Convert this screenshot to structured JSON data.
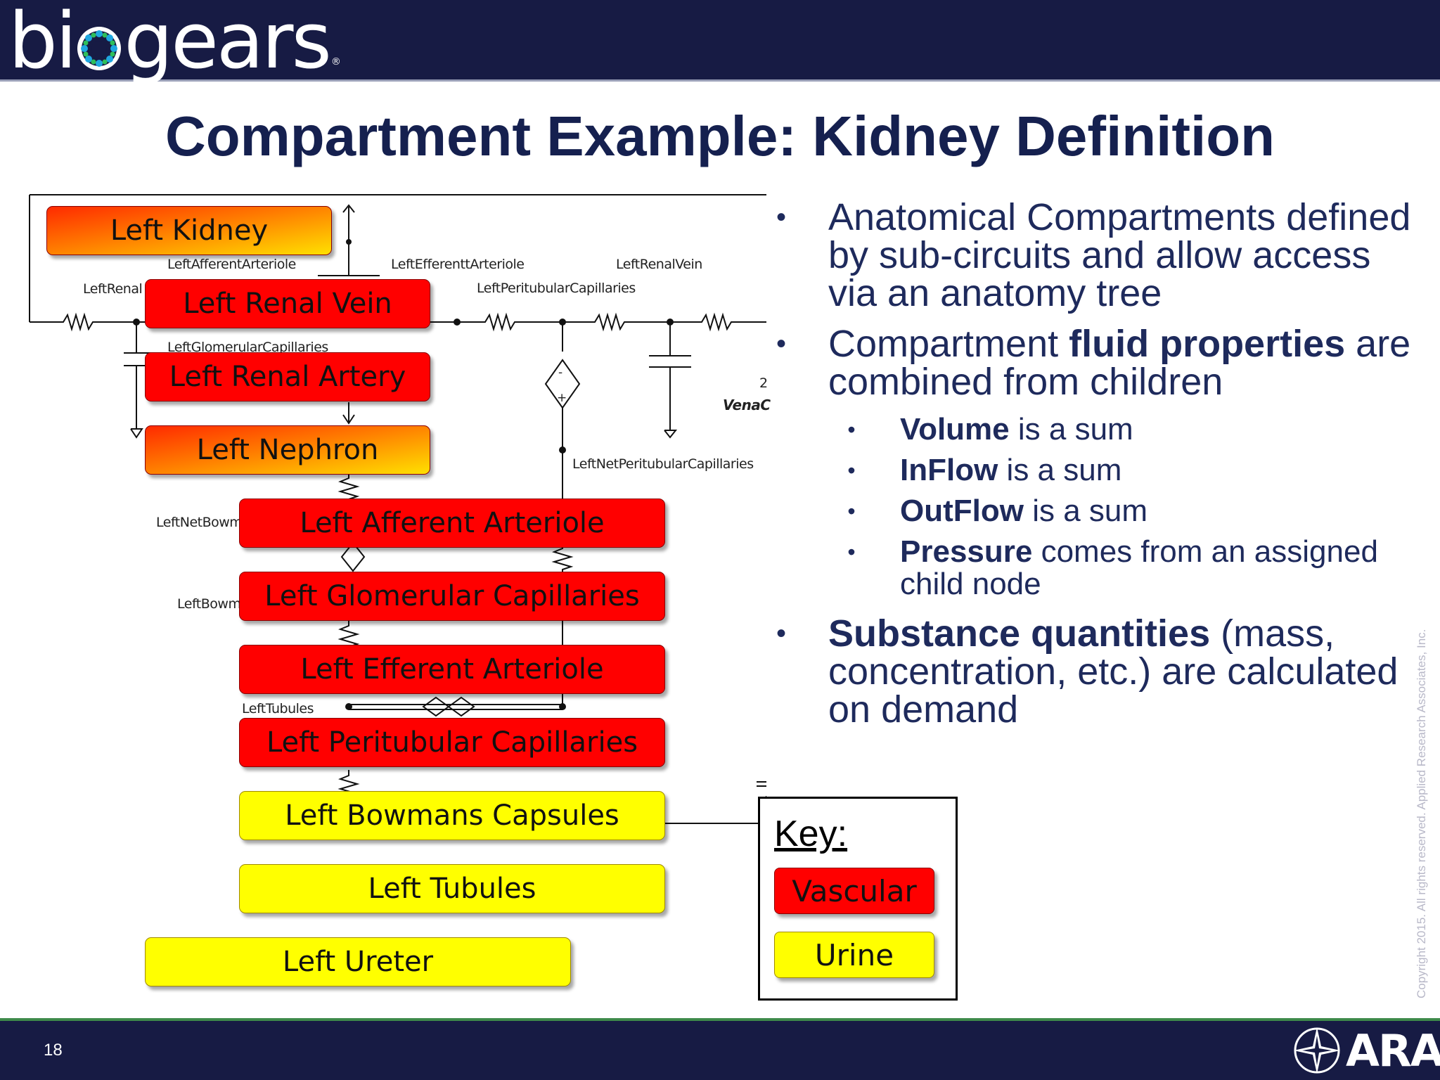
{
  "header": {
    "logo_left": "bi",
    "logo_right": "gears",
    "logo_reg": "®"
  },
  "title": "Compartment Example: Kidney Definition",
  "circuit_labels": {
    "afferent_arteriole": "LeftAfferentArteriole",
    "efferent_arteriole": "LeftEfferenttArteriole",
    "renal_vein": "LeftRenalVein",
    "renal": "LeftRenal",
    "peritubular_capillaries": "LeftPeritubularCapillaries",
    "glomerular_capillaries": "LeftGlomerularCapillaries",
    "vena_c": "VenaC",
    "net_peritubular_capillaries": "LeftNetPeritubularCapillaries",
    "net_bowman": "LeftNetBowm",
    "bowman": "LeftBowm",
    "tubules": "LeftTubules",
    "sign_minus": "-",
    "sign_plus": "+",
    "edge_two": "2"
  },
  "tree": [
    {
      "label": "Left Kidney",
      "color": "gradient"
    },
    {
      "label": "Left Renal Vein",
      "color": "#ff0000"
    },
    {
      "label": "Left Renal Artery",
      "color": "#ff0000"
    },
    {
      "label": "Left Nephron",
      "color": "gradient"
    },
    {
      "label": "Left Afferent Arteriole",
      "color": "#ff0000"
    },
    {
      "label": "Left Glomerular Capillaries",
      "color": "#ff0000"
    },
    {
      "label": "Left Efferent Arteriole",
      "color": "#ff0000"
    },
    {
      "label": "Left Peritubular Capillaries",
      "color": "#ff0000"
    },
    {
      "label": "Left Bowmans Capsules",
      "color": "#ffff00"
    },
    {
      "label": "Left Tubules",
      "color": "#ffff00"
    },
    {
      "label": "Left Ureter",
      "color": "#ffff00"
    }
  ],
  "bullets": {
    "b1": "Anatomical Compartments defined by sub-circuits and allow access via an anatomy tree",
    "b2_pre": "Compartment ",
    "b2_bold": "fluid properties",
    "b2_post": " are combined from children",
    "sub1_bold": "Volume",
    "sub1_rest": " is a sum",
    "sub2_bold": "InFlow",
    "sub2_rest": " is a sum",
    "sub3_bold": "OutFlow",
    "sub3_rest": " is a sum",
    "sub4_bold": "Pressure",
    "sub4_rest": " comes from an assigned child node",
    "b3_bold": "Substance quantities",
    "b3_rest": " (mass, concentration, etc.) are calculated on demand",
    "bullet_char": "•"
  },
  "key": {
    "title": "Key:",
    "vascular": "Vascular",
    "urine": "Urine",
    "vascular_color": "#ff0000",
    "urine_color": "#ffff00"
  },
  "copyright": "Copyright 2015. All rights reserved. Applied Research Associates, Inc.",
  "footer": {
    "page_number": "18",
    "brand": "ARA"
  },
  "colors": {
    "header_bg": "#171b44",
    "title": "#15204f",
    "bullet_text": "#1e2a5c",
    "footer_rule": "#3e8a4a"
  }
}
